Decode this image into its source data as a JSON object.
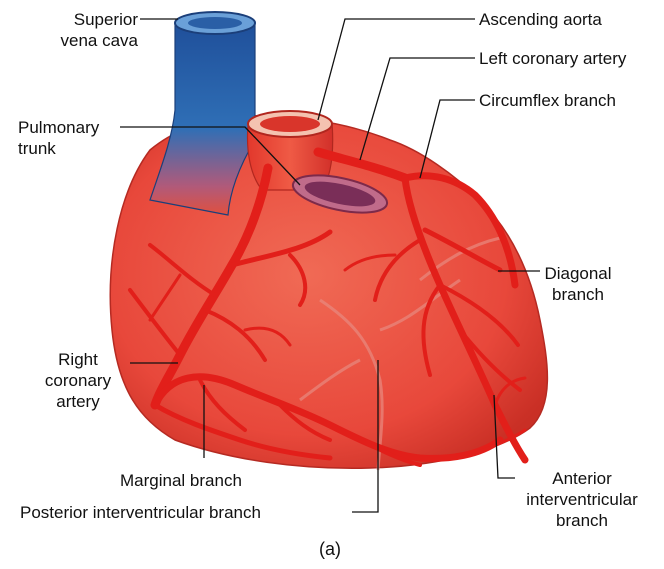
{
  "figure": {
    "caption": "(a)",
    "colors": {
      "heart_fill": "#e8483b",
      "artery": "#e21f1a",
      "vena_cava": "#2a6fb3",
      "pulmonary_trunk": "#b2456b",
      "leader_line": "#111111"
    },
    "labels": {
      "superior_vena_cava": [
        "Superior",
        "vena cava"
      ],
      "ascending_aorta": "Ascending aorta",
      "left_coronary_artery": "Left coronary artery",
      "circumflex_branch": "Circumflex branch",
      "pulmonary_trunk": [
        "Pulmonary",
        "trunk"
      ],
      "diagonal_branch": [
        "Diagonal",
        "branch"
      ],
      "right_coronary_artery": [
        "Right",
        "coronary",
        "artery"
      ],
      "marginal_branch": "Marginal branch",
      "posterior_interventricular_branch": "Posterior interventricular branch",
      "anterior_interventricular_branch": [
        "Anterior",
        "interventricular",
        "branch"
      ]
    }
  }
}
